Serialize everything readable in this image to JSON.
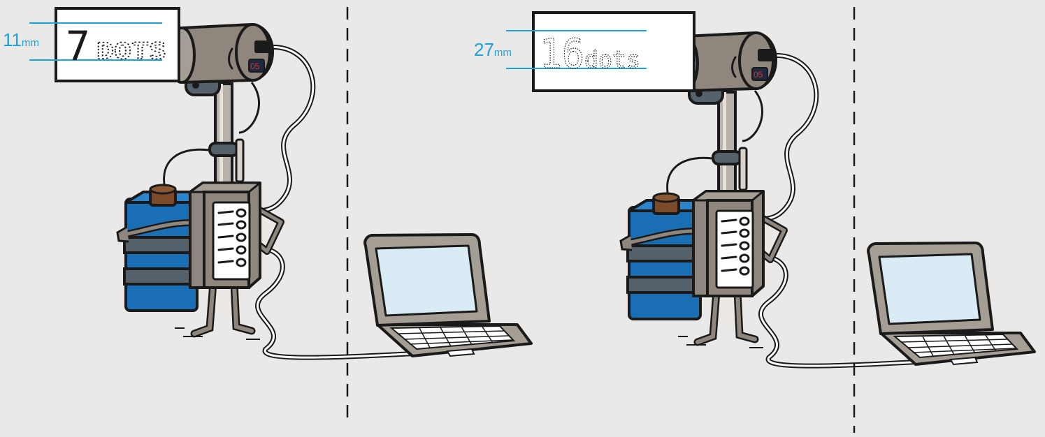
{
  "panels": [
    {
      "height_value": "11",
      "height_unit": "mm",
      "resolution_number": "7",
      "resolution_word": "DOTS",
      "counter": "05"
    },
    {
      "height_value": "27",
      "height_unit": "mm",
      "resolution_number": "16",
      "resolution_word": "dots",
      "counter": "05"
    }
  ],
  "colors": {
    "background": "#eae9e7",
    "dimension_lines": "#1aa3dc",
    "battery_blue": "#1a6fb4",
    "device_grey": "#8f877e",
    "screen": "#d9ecf6",
    "counter_red": "#e0302b"
  },
  "icons": [
    "printer-head-icon",
    "controller-unit-icon",
    "ink-bottle-icon",
    "laptop-icon"
  ]
}
